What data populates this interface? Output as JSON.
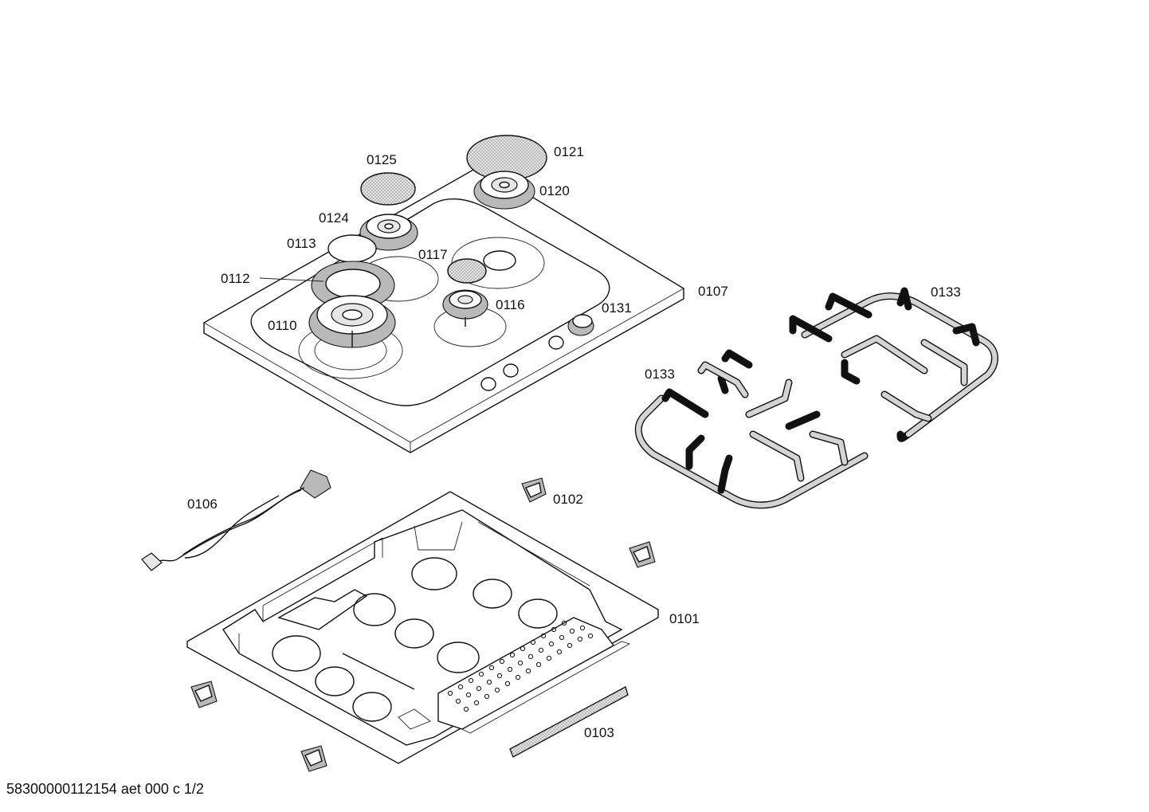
{
  "document_id": "58300000112154 aet 000 c 1/2",
  "parts": [
    {
      "id": "0101",
      "label": "0101"
    },
    {
      "id": "0102",
      "label": "0102"
    },
    {
      "id": "0103",
      "label": "0103"
    },
    {
      "id": "0106",
      "label": "0106"
    },
    {
      "id": "0107",
      "label": "0107"
    },
    {
      "id": "0110",
      "label": "0110"
    },
    {
      "id": "0112",
      "label": "0112"
    },
    {
      "id": "0113",
      "label": "0113"
    },
    {
      "id": "0116",
      "label": "0116"
    },
    {
      "id": "0117",
      "label": "0117"
    },
    {
      "id": "0120",
      "label": "0120"
    },
    {
      "id": "0121",
      "label": "0121"
    },
    {
      "id": "0124",
      "label": "0124"
    },
    {
      "id": "0125",
      "label": "0125"
    },
    {
      "id": "0131",
      "label": "0131"
    },
    {
      "id": "0133a",
      "label": "0133"
    },
    {
      "id": "0133b",
      "label": "0133"
    }
  ]
}
